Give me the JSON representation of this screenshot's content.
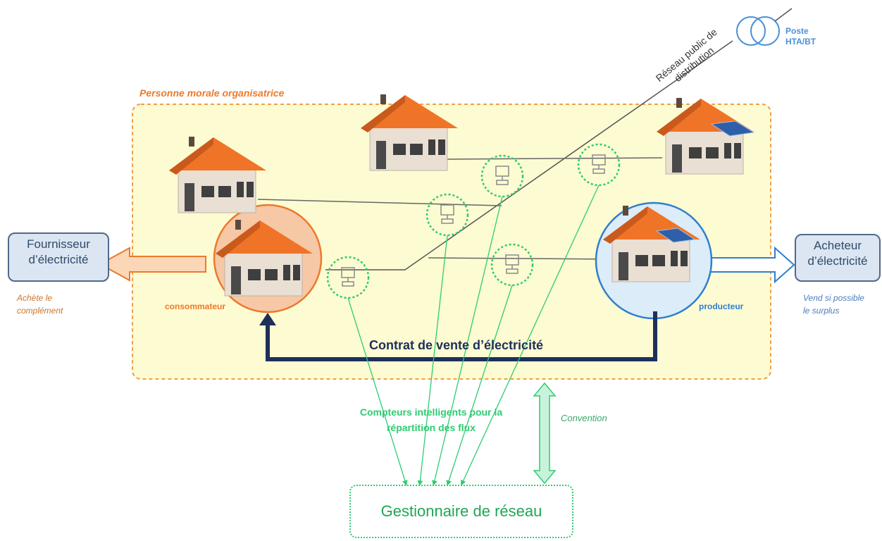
{
  "org": {
    "title": "Personne morale organisatrice"
  },
  "poste": {
    "line1": "Poste",
    "line2": "HTA/BT"
  },
  "network": {
    "line1": "Réseau public de",
    "line2": "distribution"
  },
  "fournisseur": {
    "line1": "Fournisseur",
    "line2": "d’électricité",
    "note_line1": "Achète le",
    "note_line2": "complément"
  },
  "acheteur": {
    "line1": "Acheteur",
    "line2": "d’électricité",
    "note_line1": "Vend si possible",
    "note_line2": "le surplus"
  },
  "consumer_label": "consommateur",
  "producer_label": "producteur",
  "contract_label": "Contrat de vente d’électricité",
  "meters_label": {
    "line1": "Compteurs intelligents pour la",
    "line2": "répartition des flux"
  },
  "convention_label": "Convention",
  "gestionnaire_label": "Gestionnaire de réseau",
  "colors": {
    "org_fill": "#fdfbd2",
    "org_border": "#f0a044",
    "consumer": "#ec7a2b",
    "producer": "#2e7fd0",
    "contract_arrow": "#1e2f5a",
    "meter": "#2ecc71",
    "roof": "#f07427",
    "wall": "#e8ddd0"
  },
  "icons": [
    "house-icon",
    "solar-house-icon",
    "smart-meter-icon",
    "transformer-icon"
  ]
}
